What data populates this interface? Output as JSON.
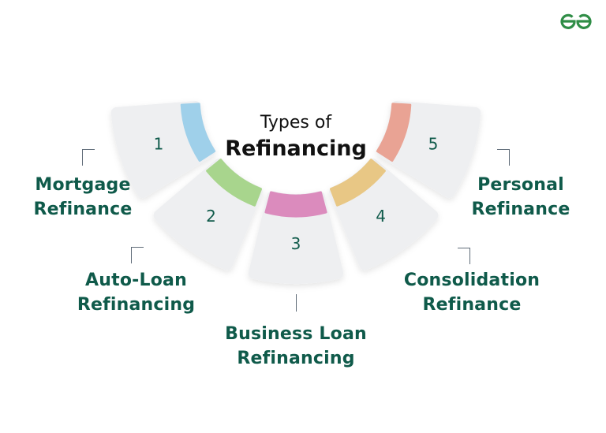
{
  "title": {
    "line1": "Types of",
    "line2": "Refinancing"
  },
  "logo": {
    "name": "geeksforgeeks-logo",
    "color": "#2f8d46"
  },
  "segments": [
    {
      "number": "1",
      "label_line1": "Mortgage",
      "label_line2": "Refinance",
      "color": "#9fd0ea"
    },
    {
      "number": "2",
      "label_line1": "Auto-Loan",
      "label_line2": "Refinancing",
      "color": "#a8d58d"
    },
    {
      "number": "3",
      "label_line1": "Business Loan",
      "label_line2": "Refinancing",
      "color": "#db8bbd"
    },
    {
      "number": "4",
      "label_line1": "Consolidation",
      "label_line2": "Refinance",
      "color": "#e8c785"
    },
    {
      "number": "5",
      "label_line1": "Personal",
      "label_line2": "Refinance",
      "color": "#e9a394"
    }
  ],
  "colors": {
    "card": "#eeeff1",
    "number_text": "#0f5a4a",
    "label_text": "#0f5a4a",
    "title_text": "#111111"
  }
}
